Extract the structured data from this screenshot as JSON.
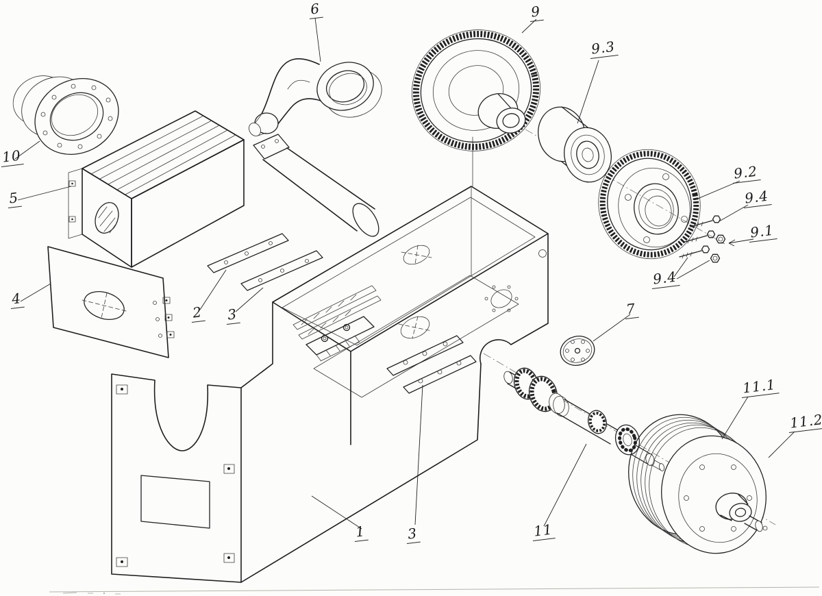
{
  "figure": {
    "background": "#fcfcfa",
    "ink": "#1d1d1d",
    "centerline_color": "#777777"
  },
  "callouts": [
    {
      "label": "6"
    },
    {
      "label": "9"
    },
    {
      "label": "9.3"
    },
    {
      "label": "9.2"
    },
    {
      "label": "9.4"
    },
    {
      "label": "9.1"
    },
    {
      "label": "9.4"
    },
    {
      "label": "10"
    },
    {
      "label": "5"
    },
    {
      "label": "4"
    },
    {
      "label": "2"
    },
    {
      "label": "3"
    },
    {
      "label": "7"
    },
    {
      "label": "11.1"
    },
    {
      "label": "11.2"
    },
    {
      "label": "1"
    },
    {
      "label": "3"
    },
    {
      "label": "11"
    }
  ]
}
